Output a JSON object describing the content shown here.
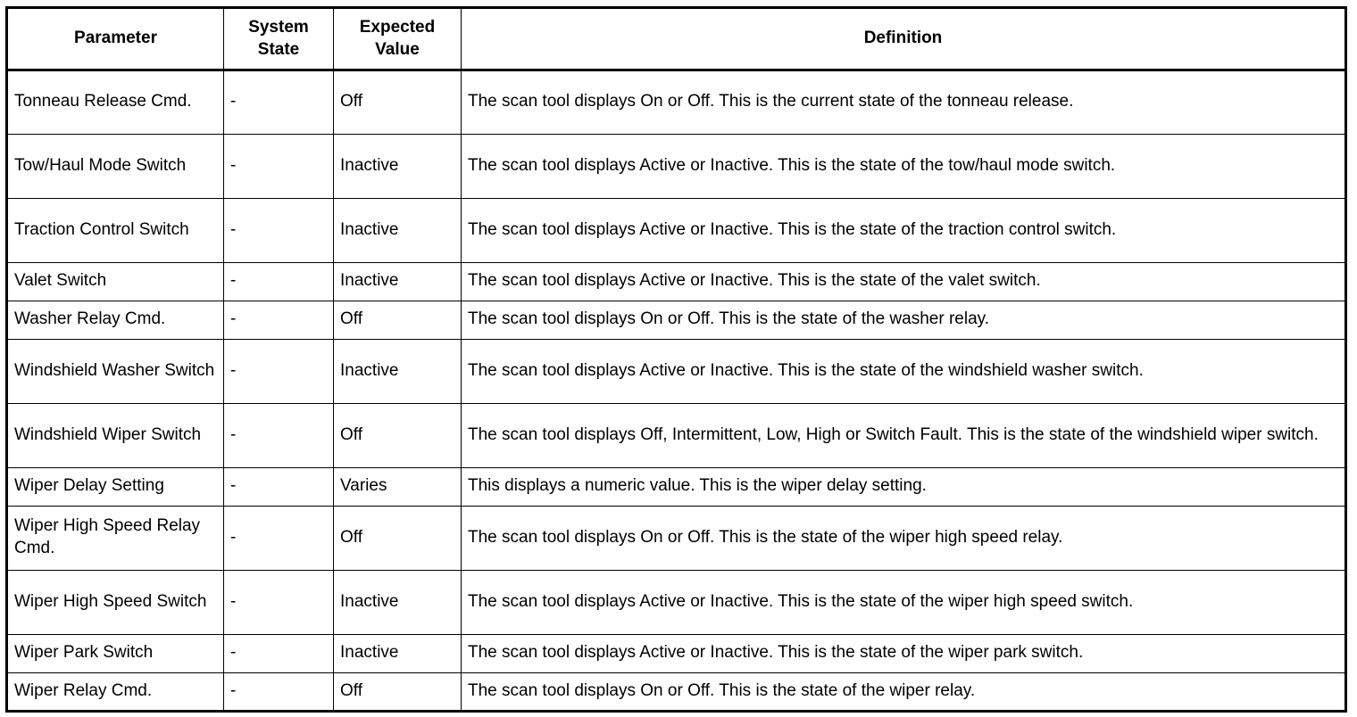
{
  "table": {
    "columns": [
      {
        "key": "parameter",
        "label": "Parameter"
      },
      {
        "key": "system_state",
        "label": "System\nState"
      },
      {
        "key": "expected_value",
        "label": "Expected\nValue"
      },
      {
        "key": "definition",
        "label": "Definition"
      }
    ],
    "header": {
      "parameter": "Parameter",
      "system_state_line1": "System",
      "system_state_line2": "State",
      "expected_value_line1": "Expected",
      "expected_value_line2": "Value",
      "definition": "Definition"
    },
    "rows": [
      {
        "parameter": "Tonneau Release Cmd.",
        "system_state": "-",
        "expected_value": "Off",
        "definition": "The scan tool displays On or Off. This is the current state of the tonneau release."
      },
      {
        "parameter": "Tow/Haul Mode Switch",
        "system_state": "-",
        "expected_value": "Inactive",
        "definition": "The scan tool displays Active or Inactive. This is the state of the tow/haul mode switch."
      },
      {
        "parameter": "Traction Control Switch",
        "system_state": "-",
        "expected_value": "Inactive",
        "definition": "The scan tool displays Active or Inactive. This is the state of the traction control switch."
      },
      {
        "parameter": "Valet Switch",
        "system_state": "-",
        "expected_value": "Inactive",
        "definition": "The scan tool displays Active or Inactive. This is the state of the valet switch."
      },
      {
        "parameter": "Washer Relay Cmd.",
        "system_state": "-",
        "expected_value": "Off",
        "definition": "The scan tool displays On or Off. This is the state of the washer relay."
      },
      {
        "parameter": "Windshield Washer Switch",
        "system_state": "-",
        "expected_value": "Inactive",
        "definition": "The scan tool displays Active or Inactive. This is the state of the windshield washer switch."
      },
      {
        "parameter": "Windshield Wiper Switch",
        "system_state": "-",
        "expected_value": "Off",
        "definition": "The scan tool displays Off, Intermittent, Low, High or Switch Fault. This is the state of the windshield wiper switch."
      },
      {
        "parameter": "Wiper Delay Setting",
        "system_state": "-",
        "expected_value": "Varies",
        "definition": "This displays a numeric value. This is the wiper delay setting."
      },
      {
        "parameter": "Wiper High Speed Relay Cmd.",
        "system_state": "-",
        "expected_value": "Off",
        "definition": "The scan tool displays On or Off. This is the state of the wiper high speed relay."
      },
      {
        "parameter": "Wiper High Speed Switch",
        "system_state": "-",
        "expected_value": "Inactive",
        "definition": "The scan tool displays Active or Inactive. This is the state of the wiper high speed switch."
      },
      {
        "parameter": "Wiper Park Switch",
        "system_state": "-",
        "expected_value": "Inactive",
        "definition": "The scan tool displays Active or Inactive. This is the state of the wiper park switch."
      },
      {
        "parameter": "Wiper Relay Cmd.",
        "system_state": "-",
        "expected_value": "Off",
        "definition": "The scan tool displays On or Off. This is the state of the wiper relay."
      }
    ],
    "row_heights": [
      "h2",
      "h2",
      "h2",
      "h1",
      "h1",
      "h2",
      "h2",
      "h1",
      "h2",
      "h2",
      "h1",
      "h1"
    ]
  },
  "colors": {
    "border": "#000000",
    "text": "#000000",
    "background": "#ffffff"
  }
}
